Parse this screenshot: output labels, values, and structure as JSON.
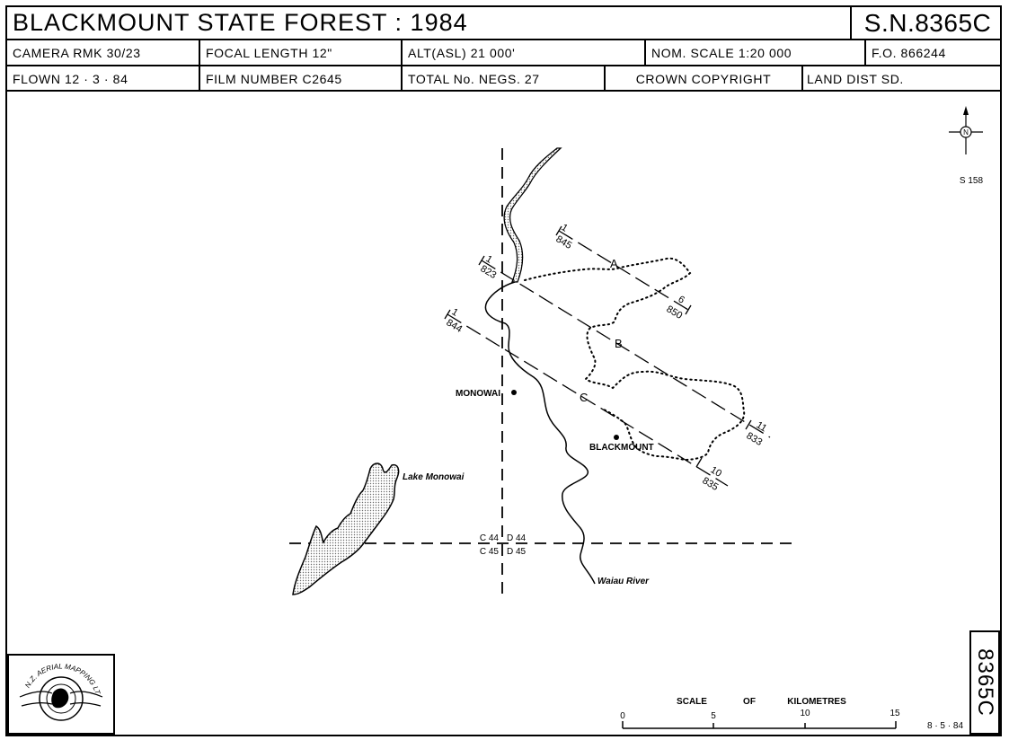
{
  "header": {
    "title": "BLACKMOUNT   STATE   FOREST  :  1984",
    "sheet_id": "S.N.8365C",
    "camera": "CAMERA  RMK 30/23",
    "focal_length": "FOCAL LENGTH  12\"",
    "altitude": "ALT(ASL)   21 000'",
    "nominal_scale": "NOM.  SCALE    1:20 000",
    "fo": "F.O.  866244",
    "flown": "FLOWN   12 · 3 · 84",
    "film_number": "FILM NUMBER   C2645",
    "total_negs": "TOTAL No. NEGS.  27",
    "copyright": "CROWN    COPYRIGHT",
    "land_dist": "LAND DIST  SD."
  },
  "map": {
    "north_label": "N",
    "sheet_ref": "S 158",
    "places": {
      "monowai": "MONOWAI",
      "blackmount": "BLACKMOUNT",
      "lake": "Lake Monowai",
      "river": "Waiau River"
    },
    "grid_labels": {
      "nw": "C 44",
      "ne": "D 44",
      "sw": "C 45",
      "se": "D 45"
    },
    "flight_lines": [
      {
        "id": "A",
        "start_index": "1",
        "start_neg": "845",
        "end_index": "6",
        "end_neg": "850"
      },
      {
        "id": "B",
        "start_index": "1",
        "start_neg": "823",
        "end_index": "11",
        "end_neg": "833"
      },
      {
        "id": "C",
        "start_index": "1",
        "start_neg": "844",
        "end_index": "10",
        "end_neg": "835"
      }
    ]
  },
  "scale_bar": {
    "title_1": "SCALE",
    "title_2": "OF",
    "title_3": "KILOMETRES",
    "ticks": [
      "0",
      "5",
      "10",
      "15"
    ]
  },
  "footer": {
    "date": "8 · 5 · 84",
    "vertical_number": "8365C",
    "logo_text": "N.Z. AERIAL MAPPING LTD."
  },
  "colors": {
    "ink": "#000000",
    "stipple": "#9a9a9a",
    "paper": "#ffffff"
  }
}
